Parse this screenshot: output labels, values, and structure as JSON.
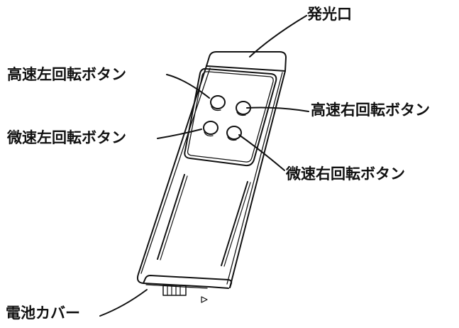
{
  "diagram": {
    "subject": "remote-controller",
    "labels": {
      "emitter": "発光口",
      "high_speed_left": "高速左回転ボタン",
      "high_speed_right": "高速右回転ボタン",
      "fine_left": "微速左回転ボタン",
      "fine_right": "微速右回転ボタン",
      "battery_cover": "電池カバー"
    },
    "colors": {
      "line": "#111111",
      "background": "#ffffff"
    }
  }
}
